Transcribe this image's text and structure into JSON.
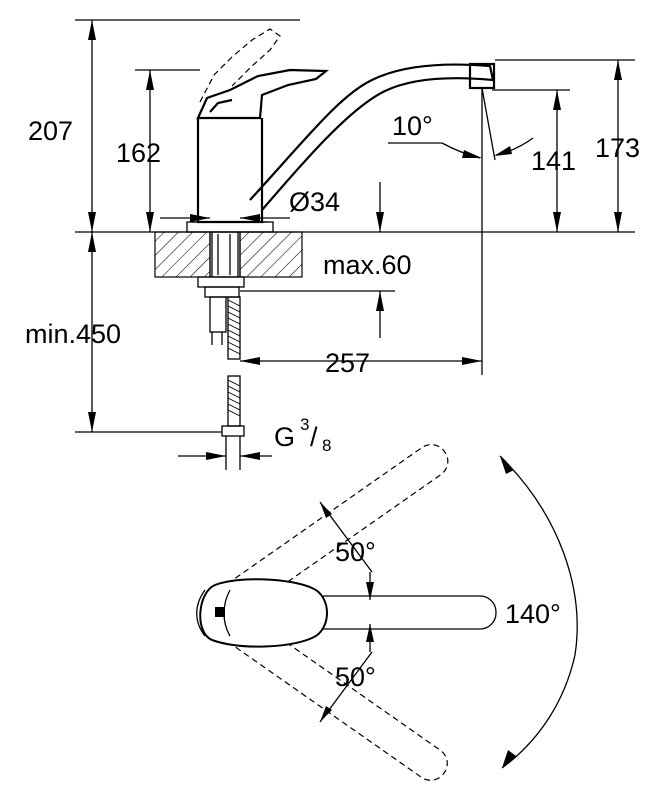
{
  "dimensions": {
    "overall_height": "207",
    "lever_height": "162",
    "spout_height": "173",
    "spout_outlet_height": "141",
    "spout_angle": "10°",
    "base_diameter": "Ø34",
    "max_counter_thickness": "max.60",
    "min_hose_length": "min.450",
    "spout_reach": "257",
    "connection_thread": "G",
    "thread_num": "3",
    "thread_slash": "/",
    "thread_den": "8"
  },
  "rotation": {
    "upper_angle": "50°",
    "lower_angle": "50°",
    "total_angle": "140°"
  },
  "colors": {
    "line": "#000000",
    "background": "#ffffff"
  }
}
